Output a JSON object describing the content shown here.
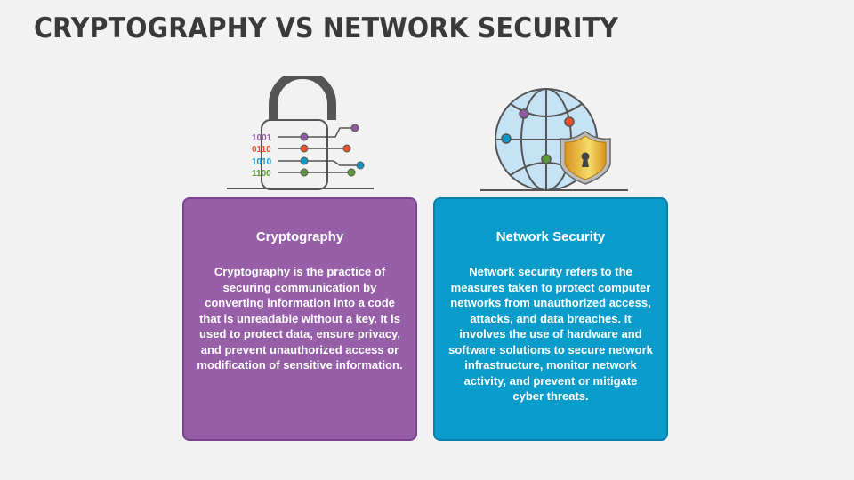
{
  "title": "CRYPTOGRAPHY VS NETWORK SECURITY",
  "lock_icon": {
    "codes": [
      "1001",
      "0110",
      "1010",
      "1100"
    ],
    "colors": [
      "#8e5ca6",
      "#ef4f2b",
      "#0e97c9",
      "#5e9a3a"
    ]
  },
  "cards": [
    {
      "heading": "Cryptography",
      "body": "Cryptography is the practice of securing communication by converting information into a code that is unreadable without a key. It is used to protect data, ensure privacy, and prevent unauthorized access or modification of sensitive information.",
      "color": "#965fa8"
    },
    {
      "heading": "Network Security",
      "body": "Network security refers to the measures taken to protect computer networks from unauthorized access, attacks, and data breaches. It involves the use of hardware and software solutions to secure network infrastructure, monitor network activity, and prevent or mitigate cyber threats.",
      "color": "#0a9dcc"
    }
  ]
}
